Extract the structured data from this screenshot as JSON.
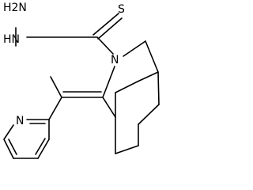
{
  "structure": {
    "atom_labels": {
      "hydrazine_nh2": "H2N",
      "hydrazine_nh": "HN",
      "thione_s": "S",
      "ring_n": "N",
      "pyridine_n": "N"
    }
  }
}
